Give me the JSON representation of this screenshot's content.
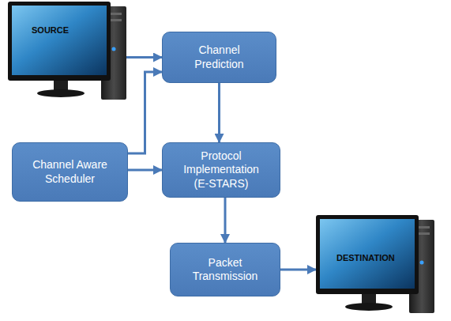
{
  "diagram": {
    "nodes": [
      {
        "text": [
          "SOURCE"
        ]
      },
      {
        "text": [
          "Channel Prediction"
        ]
      },
      {
        "text": [
          "Channel Aware Scheduler"
        ]
      },
      {
        "text": [
          "Protocol Implementation (E-STARS)"
        ]
      },
      {
        "text": [
          "Packet Transmission"
        ]
      },
      {
        "text": [
          "DESTINATION"
        ]
      }
    ],
    "edges": [
      {
        "from": 0,
        "to": 1,
        "arrow": "to"
      },
      {
        "from": 2,
        "to": 1,
        "arrow": "to"
      },
      {
        "from": 1,
        "to": 3,
        "arrow": "to"
      },
      {
        "from": 2,
        "to": 3,
        "arrow": "to"
      },
      {
        "from": 3,
        "to": 4,
        "arrow": "to"
      },
      {
        "from": 4,
        "to": 5,
        "arrow": "to"
      }
    ]
  }
}
